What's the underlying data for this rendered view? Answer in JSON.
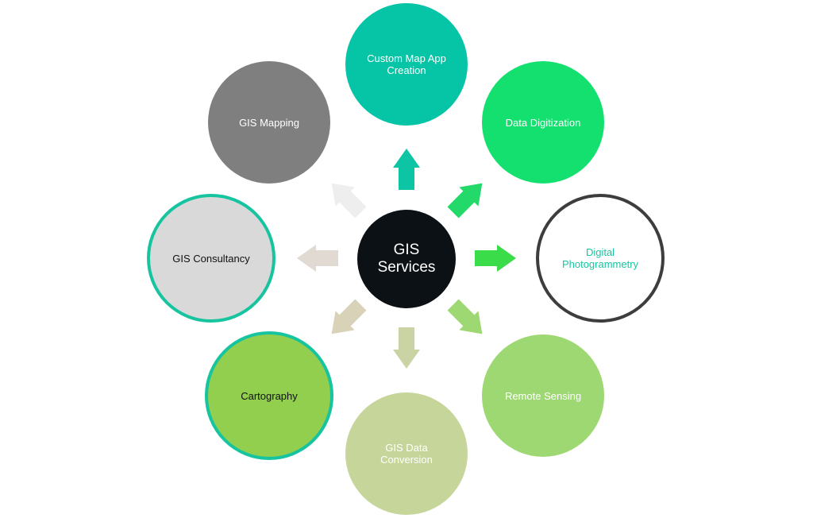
{
  "diagram": {
    "center": {
      "label_line1": "GIS",
      "label_line2": "Services",
      "fill": "#0c1116",
      "text_color": "#ffffff"
    },
    "nodes": [
      {
        "id": "custom",
        "label": "Custom Map App Creation",
        "fill": "#06c4a6",
        "border": "",
        "text_color": "#ffffff",
        "arrow_color": "#0dc4a4"
      },
      {
        "id": "digitize",
        "label": "Data Digitization",
        "fill": "#14e070",
        "border": "",
        "text_color": "#ffffff",
        "arrow_color": "#22d96a"
      },
      {
        "id": "photo",
        "label": "Digital Photogrammetry",
        "fill": "#ffffff",
        "border": "#3d3d3d",
        "text_color": "#17c4a0",
        "arrow_color": "#3bdc4a"
      },
      {
        "id": "remote",
        "label": "Remote Sensing",
        "fill": "#9ed873",
        "border": "",
        "text_color": "#ffffff",
        "arrow_color": "#9ed873"
      },
      {
        "id": "conv",
        "label": "GIS Data Conversion",
        "fill": "#c6d69b",
        "border": "",
        "text_color": "#ffffff",
        "arrow_color": "#c9d3a4"
      },
      {
        "id": "carto",
        "label": "Cartography",
        "fill": "#92cf4e",
        "border": "#17c4a0",
        "text_color": "#111111",
        "arrow_color": "#d8d2b8"
      },
      {
        "id": "consult",
        "label": "GIS Consultancy",
        "fill": "#d9d9d9",
        "border": "#17c4a0",
        "text_color": "#111111",
        "arrow_color": "#e0dad3"
      },
      {
        "id": "mapping",
        "label": "GIS Mapping",
        "fill": "#7f7f7f",
        "border": "",
        "text_color": "#ffffff",
        "arrow_color": "#eeeeee"
      }
    ]
  }
}
